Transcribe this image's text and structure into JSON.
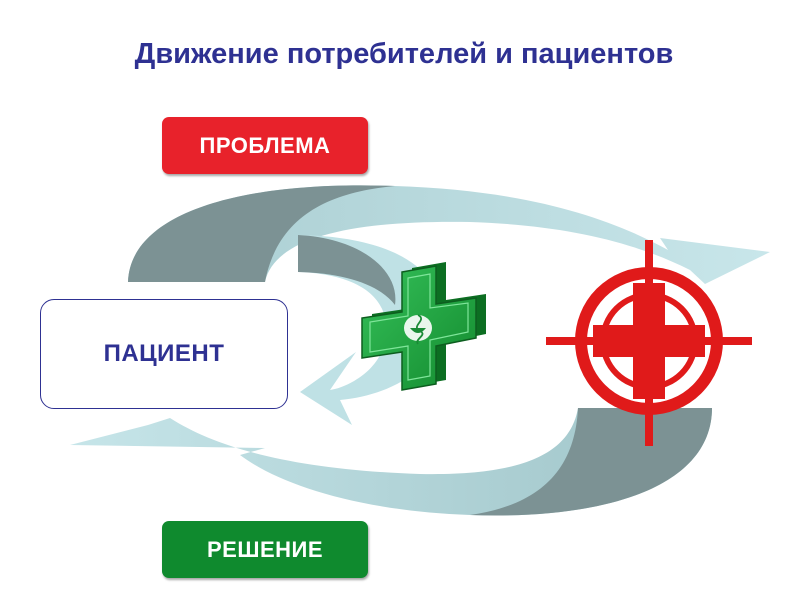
{
  "title": "Движение потребителей и пациентов",
  "boxes": {
    "problem": "ПРОБЛЕМА",
    "patient": "ПАЦИЕНТ",
    "solution": "РЕШЕНИЕ"
  },
  "icons": {
    "pharmacy": "pharmacy-cross-icon",
    "medical_target": "red-cross-crosshair-icon"
  },
  "colors": {
    "title": "#2e3192",
    "problem_box": "#e8222b",
    "solution_box": "#0f8a2e",
    "arrow_light": "#bfe1e5",
    "arrow_dark": "#7c9294",
    "pharmacy_green": "#1f9e3e",
    "target_red": "#e01a1a"
  }
}
